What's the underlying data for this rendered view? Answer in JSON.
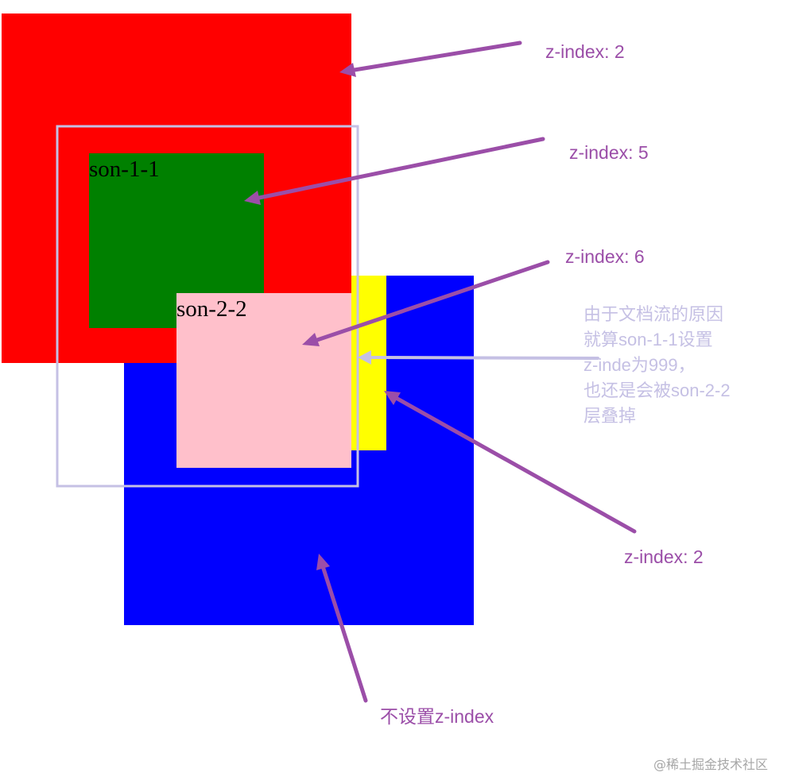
{
  "colors": {
    "red_box": "#ff0000",
    "green_box": "#008000",
    "blue_box": "#0000ff",
    "yellow_box": "#ffff00",
    "pink_box": "#ffc0cb",
    "arrow": "#9b4ea8",
    "annotation_text": "#9b4ea8",
    "highlight_frame": "#c5c0e4",
    "note_text": "#c5c0e4",
    "watermark": "#a6a6a6"
  },
  "boxes": {
    "green": {
      "label": "son-1-1"
    },
    "pink": {
      "label": "son-2-2"
    }
  },
  "callouts": {
    "red": "z-index: 2",
    "green": "z-index: 5",
    "pink": "z-index: 6",
    "yellow": "z-index: 2",
    "blue": "不设置z-index"
  },
  "note": {
    "lines": [
      "由于文档流的原因",
      "就算son-1-1设置",
      "z-inde为999，",
      "也还是会被son-2-2",
      "层叠掉"
    ]
  },
  "watermark": "@稀土掘金技术社区"
}
